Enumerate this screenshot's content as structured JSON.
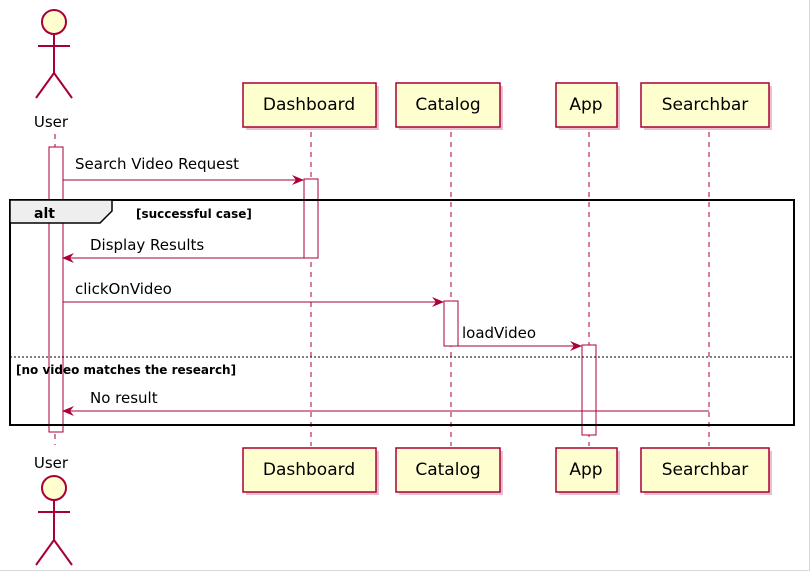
{
  "participants": [
    {
      "id": "user",
      "label": "User",
      "kind": "actor"
    },
    {
      "id": "dashboard",
      "label": "Dashboard",
      "kind": "box"
    },
    {
      "id": "catalog",
      "label": "Catalog",
      "kind": "box"
    },
    {
      "id": "app",
      "label": "App",
      "kind": "box"
    },
    {
      "id": "searchbar",
      "label": "Searchbar",
      "kind": "box"
    }
  ],
  "messages": [
    {
      "id": "search-video-request",
      "from": "user",
      "to": "dashboard",
      "label": "Search Video Request"
    },
    {
      "id": "display-results",
      "from": "dashboard",
      "to": "user",
      "label": "Display Results"
    },
    {
      "id": "click-on-video",
      "from": "user",
      "to": "catalog",
      "label": "clickOnVideo"
    },
    {
      "id": "load-video",
      "from": "catalog",
      "to": "app",
      "label": "loadVideo"
    },
    {
      "id": "no-result",
      "from": "searchbar",
      "to": "user",
      "label": "No result"
    }
  ],
  "fragment": {
    "operator": "alt",
    "condition": "[successful case]",
    "else_condition": "[no video matches the research]"
  },
  "colors": {
    "participant_fill": "#FEFECE",
    "participant_border": "#A80036",
    "arrow": "#A80036",
    "text": "#000000",
    "activation_fill": "#ffffff",
    "fragment_header_fill": "#EEEEEE"
  }
}
